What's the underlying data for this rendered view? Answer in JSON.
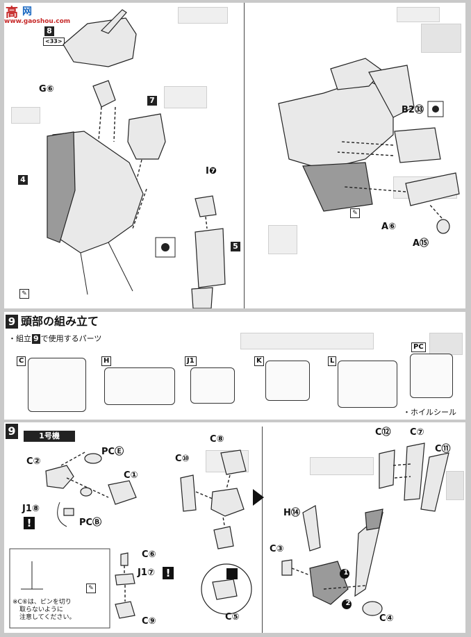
{
  "watermark": {
    "site_cn": "高",
    "site_cn2": "网",
    "site_url": "www.gaoshou.com"
  },
  "top": {
    "step_num": "8",
    "step_sub": "<33>",
    "labels": {
      "g6": "G⑥",
      "i7": "I❼",
      "b2": "B2㉝",
      "a6": "A⑥",
      "a15": "A⑮",
      "tab4": "4",
      "tab5": "5",
      "tab7": "7"
    }
  },
  "section9": {
    "number": "9",
    "title": "頭部の組み立て",
    "subtitle_pre": "・組立",
    "subtitle_num": "9",
    "subtitle_post": "で使用するパーツ",
    "parts": [
      "C",
      "H",
      "J1",
      "K",
      "L",
      "PC"
    ],
    "seal_note": "・ホイルシール"
  },
  "step9": {
    "number": "9",
    "unit_label": "1号機",
    "labels": {
      "c2": "C②",
      "pce_top": "PCⒺ",
      "c1": "C①",
      "pcb": "PCⒷ",
      "j18": "J1⑧",
      "c6": "C⑥",
      "j17": "J1⑦",
      "c9": "C⑨",
      "c10": "C⑩",
      "c8": "C⑧",
      "c5": "C⑤",
      "c12": "C⑫",
      "c7": "C⑦",
      "c11": "C⑪",
      "h14": "H⑭",
      "c3": "C③",
      "c4": "C④",
      "callout1": "1",
      "callout2": "2"
    },
    "note_line1": "※C⑥は、ピンを切り",
    "note_line2": "取らないように",
    "note_line3": "注意してください。"
  }
}
